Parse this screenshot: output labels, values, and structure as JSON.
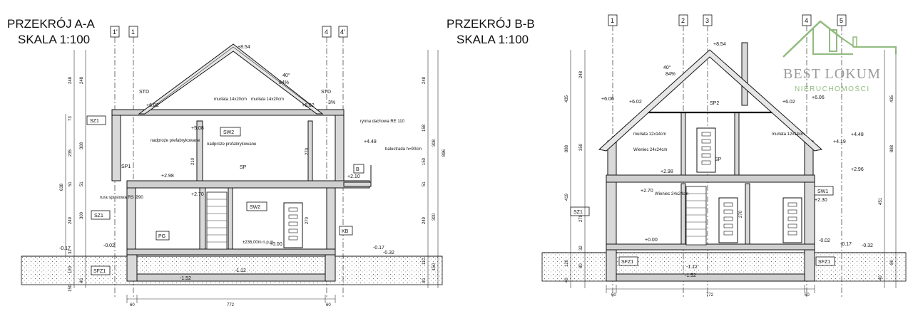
{
  "section_a": {
    "title": "PRZEKRÓJ A-A",
    "scale": "SKALA 1:100",
    "axis_tags": [
      "1'",
      "1",
      "4",
      "4'"
    ],
    "rooms": [
      "SZ1",
      "SP1",
      "SW2",
      "SP",
      "SZ1",
      "SW2",
      "PG",
      "KB",
      "B",
      "SFZ1"
    ],
    "room_codes": {
      "roof_left": "STD",
      "roof_right": "STD"
    },
    "levels": [
      "+8.54",
      "+6.02",
      "+6.02",
      "+5.08",
      "+4.48",
      "+2.98",
      "+2.70",
      "+2.10",
      "+0.00",
      "-0.02",
      "-0.17",
      "-0.17",
      "-0.32",
      "-1.12",
      "-1.52"
    ],
    "notes": {
      "murlata_left": "murłata 14x20cm",
      "murlata_right": "murłata 14x20cm",
      "nadproze_1": "nadproże prefabrykowane",
      "nadproze_2": "nadproże prefabrykowane",
      "rynna": "rynna dachowa RE 110",
      "balustrada": "balustrada h=90cm",
      "rura": "rura spustowa RS Ø90",
      "level_note": "±236,00m n.p.m.",
      "pitch": "40°",
      "pitch_pct": "84%",
      "slope": "3%"
    },
    "dims_left_outer": [
      "248",
      "73",
      "235",
      "51",
      "249",
      "32",
      "120",
      "40",
      "150"
    ],
    "dims_left_inner": [
      "248",
      "308",
      "51",
      "300",
      "638"
    ],
    "dims_inner_heights": [
      "210",
      "270",
      "270"
    ],
    "dims_right": [
      "248",
      "158",
      "308",
      "150",
      "51",
      "249",
      "300",
      "896",
      "110",
      "150",
      "40"
    ],
    "dims_bottom": [
      "60",
      "772",
      "60"
    ]
  },
  "section_b": {
    "title": "PRZEKRÓJ B-B",
    "scale": "SKALA 1:100",
    "axis_tags": [
      "1",
      "2",
      "3",
      "4",
      "5"
    ],
    "rooms": [
      "SP2",
      "SP",
      "SZ1",
      "SW1",
      "SFZ1",
      "SFZ1"
    ],
    "levels": [
      "+8.54",
      "+6.06",
      "+6.02",
      "+6.06",
      "+6.02",
      "+4.48",
      "+4.19",
      "+2.98",
      "+2.96",
      "+2.70",
      "+2.30",
      "+0.00",
      "-0.02",
      "-0.17",
      "-0.32",
      "-1.12",
      "-1.52"
    ],
    "notes": {
      "murlata_left": "murłata 12x14cm",
      "wieniec_left": "Wieniec 24x24cm",
      "murlata_right": "murłata 12x14cm",
      "wieniec_mid": "Wieniec 24x24cm",
      "pitch": "40°",
      "pitch_pct": "84%"
    },
    "dims_left": [
      "435",
      "248",
      "888",
      "359",
      "419",
      "279",
      "32",
      "40",
      "80",
      "120"
    ],
    "dims_right": [
      "435",
      "888",
      "451",
      "40",
      "80"
    ],
    "dims_inner_heights": [
      "270"
    ],
    "dims_bottom": [
      "60",
      "772",
      "60"
    ]
  },
  "logo": {
    "name": "BEST LOKUM",
    "tagline": "NIERUCHOMOŚCI",
    "color": "#7fb069"
  }
}
